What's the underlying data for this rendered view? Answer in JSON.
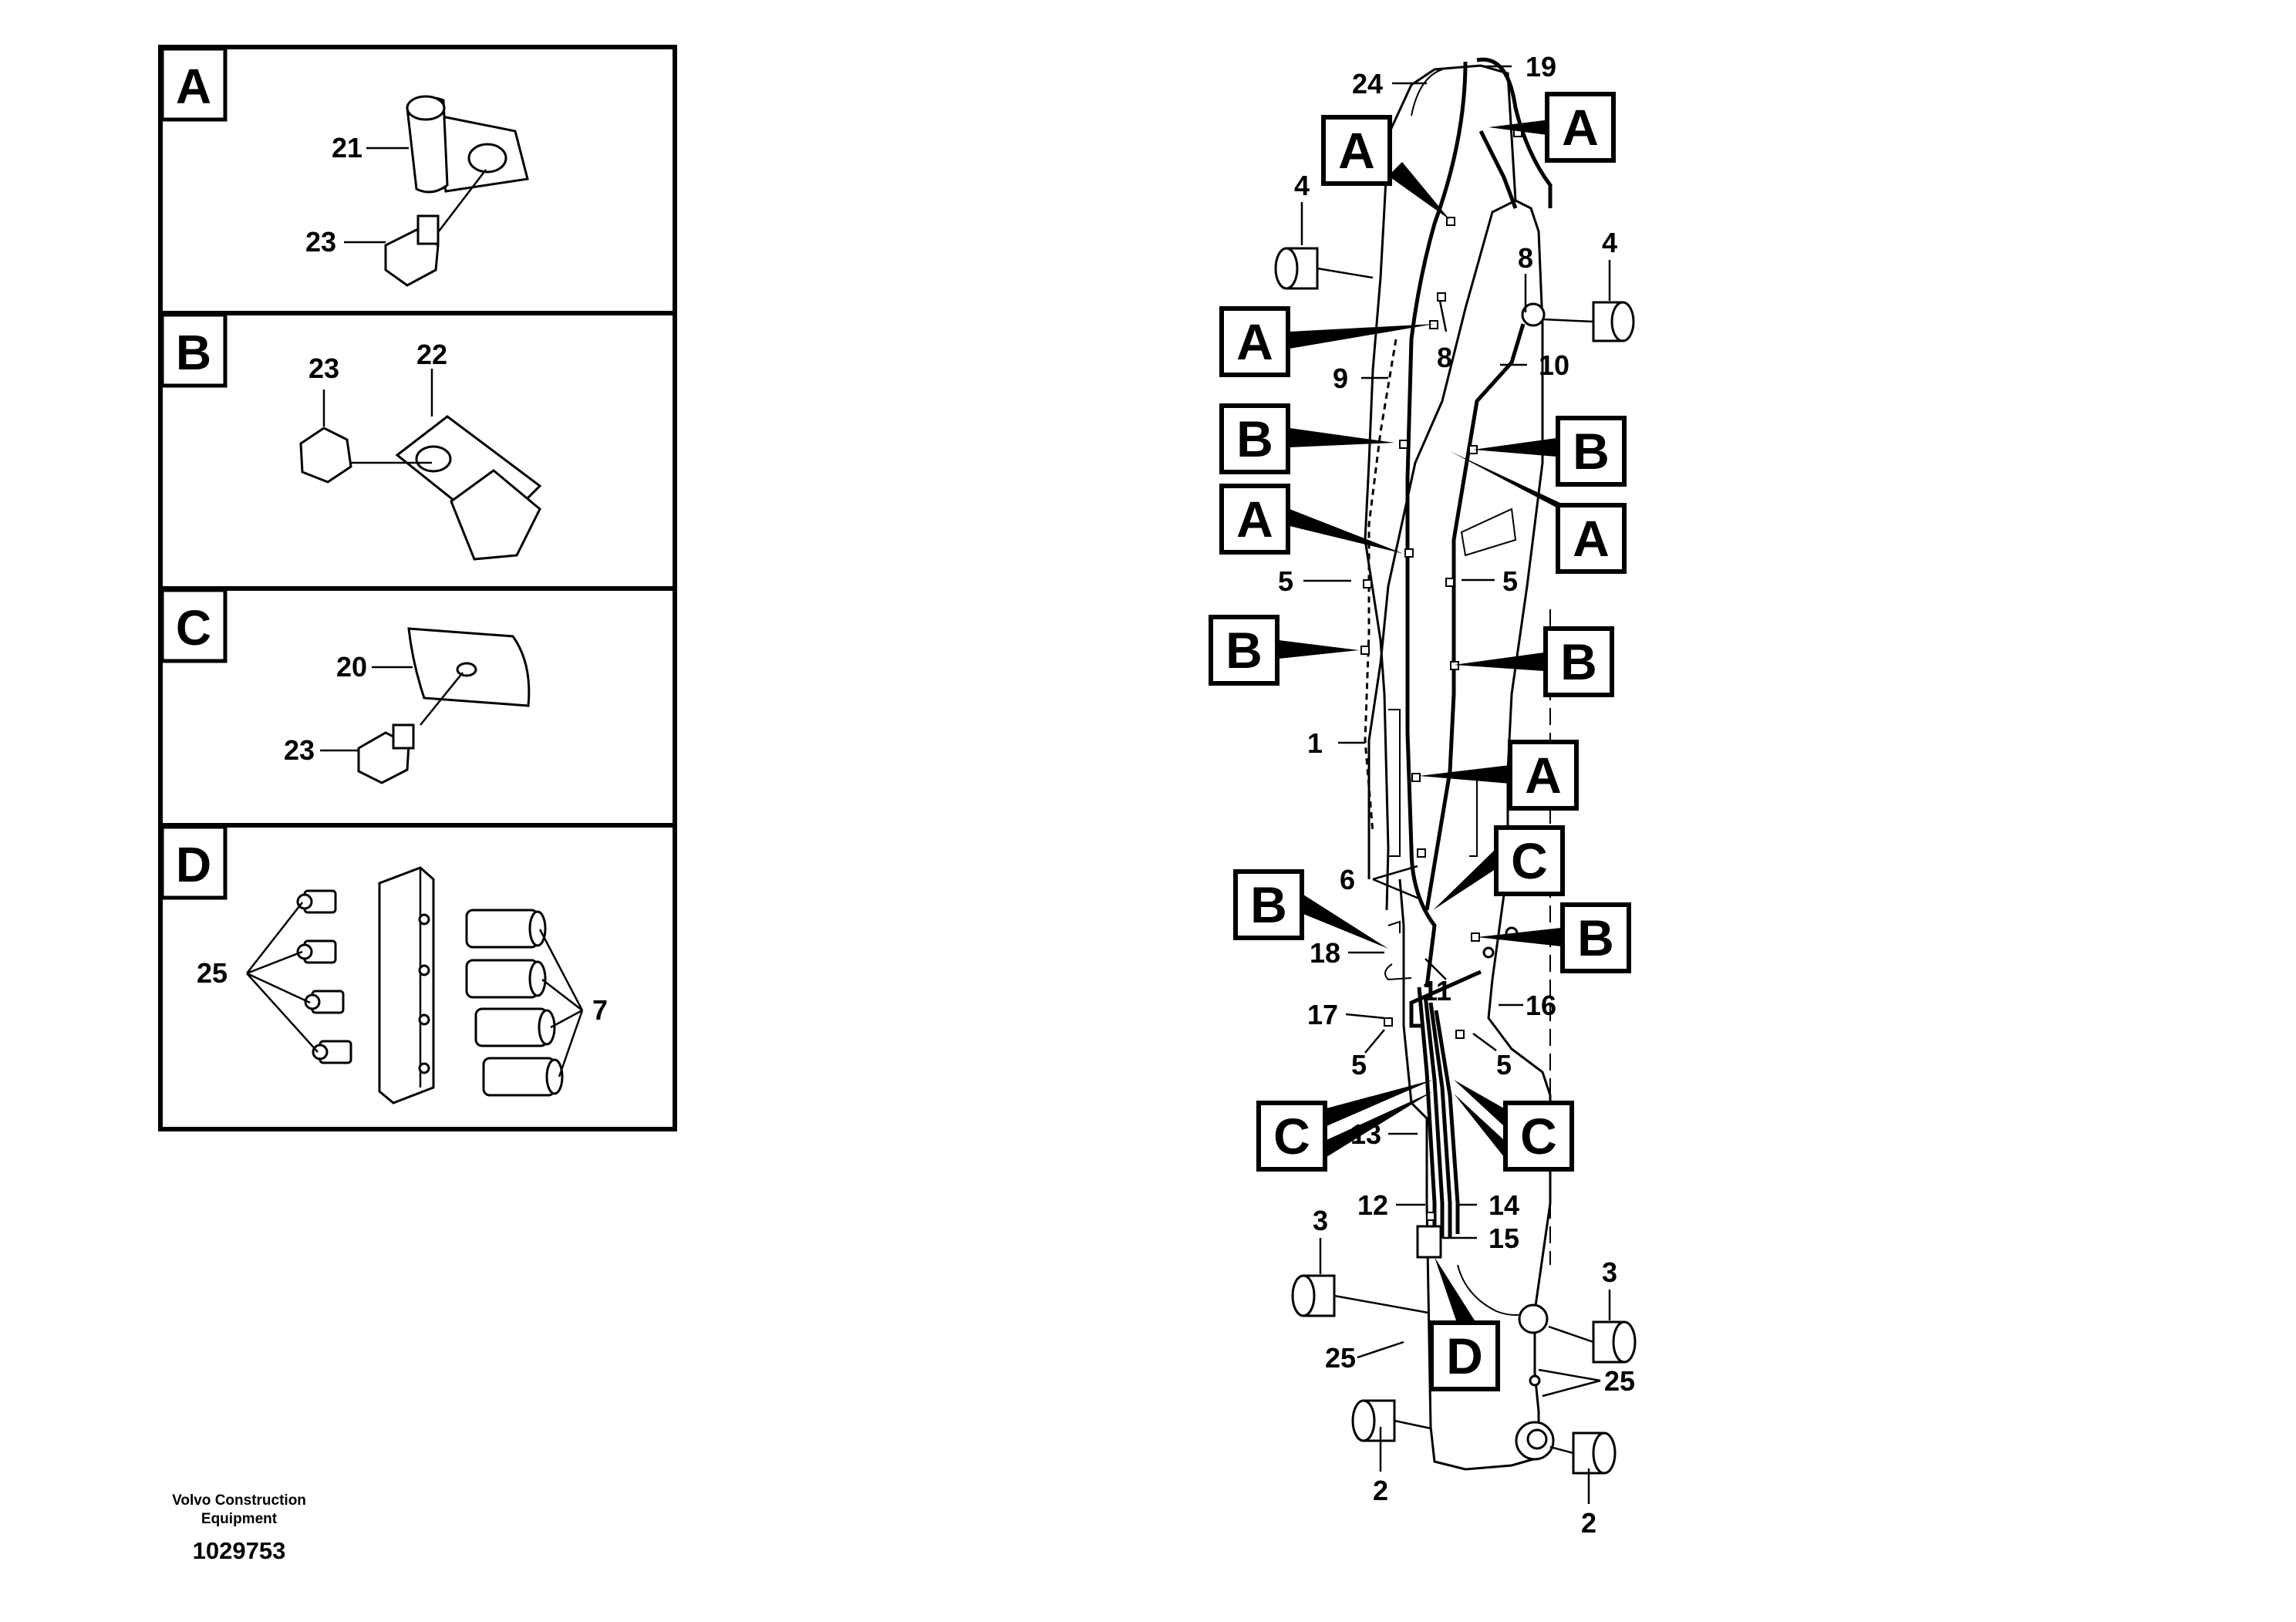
{
  "insets": [
    {
      "letter": "A",
      "callouts": [
        "21",
        "23"
      ]
    },
    {
      "letter": "B",
      "callouts": [
        "23",
        "22"
      ]
    },
    {
      "letter": "C",
      "callouts": [
        "20",
        "23"
      ]
    },
    {
      "letter": "D",
      "callouts": [
        "25",
        "7"
      ]
    }
  ],
  "callouts": {
    "n24": "24",
    "n19": "19",
    "n4a": "4",
    "n4b": "4",
    "n8a": "8",
    "n8b": "8",
    "n9": "9",
    "n10": "10",
    "n5a": "5",
    "n5b": "5",
    "n1": "1",
    "n6": "6",
    "n18": "18",
    "n11": "11",
    "n17": "17",
    "n16": "16",
    "n5c": "5",
    "n5d": "5",
    "n13": "13",
    "n12": "12",
    "n14": "14",
    "n15": "15",
    "n3a": "3",
    "n3b": "3",
    "n25a": "25",
    "n25b": "25",
    "n2a": "2",
    "n2b": "2"
  },
  "detail_boxes": {
    "a1": "A",
    "a2": "A",
    "a3": "A",
    "a4": "A",
    "a5": "A",
    "a6": "A",
    "b1": "B",
    "b2": "B",
    "b3": "B",
    "b4": "B",
    "b5": "B",
    "b6": "B",
    "c1": "C",
    "c2": "C",
    "c3": "C",
    "d1": "D"
  },
  "footer": {
    "company_line1": "Volvo Construction",
    "company_line2": "Equipment",
    "drawing_number": "1029753"
  }
}
